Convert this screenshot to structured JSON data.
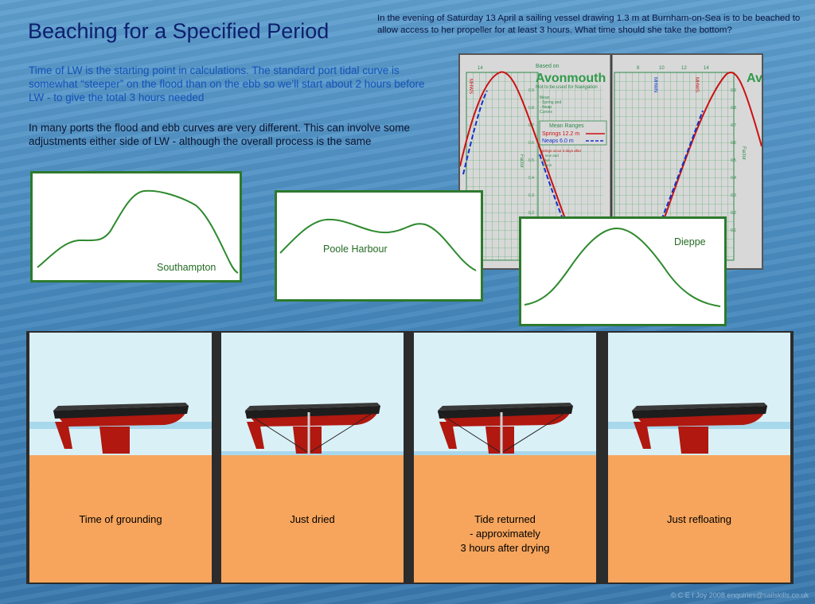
{
  "title": "Beaching for a Specified Period",
  "intro": "In the evening of Saturday 13 April a sailing  vessel drawing 1.3 m at Burnham-on-Sea is to be beached to allow access to her propeller for at least 3 hours.   What time should she take the bottom?",
  "para1": "Time of LW is the starting point in calculations.  The standard port tidal curve is  somewhat “steeper” on the flood than on the ebb so we’ll start about 2 hours before LW - to give the total 3 hours needed",
  "para2": "In many ports the flood and ebb curves are very different.  This can involve some adjustments either side of LW - although the overall process is the same",
  "curves": {
    "southampton": "Southampton",
    "poole": "Poole Harbour",
    "dieppe": "Dieppe"
  },
  "avonmouth": {
    "based_on": "Based on",
    "name": "Avonmouth",
    "note": "Not to be used for Navigation",
    "mean_ranges": "Mean Ranges",
    "springs": "Springs 12.2 m",
    "neaps": "Neaps    6.0 m",
    "legend_mean": "Mean",
    "legend_spring": "- Spring and",
    "legend_neap": "- Neap",
    "legend_curves": "Curves",
    "springs_note": "Springs occur 3 days after",
    "springs_note2": "- new and",
    "springs_note3": "- full",
    "springs_note4": "Moon",
    "mhws": "MHWS",
    "mhwn": "MHWN",
    "factor": "Factor",
    "left_ticks": [
      "14"
    ],
    "right_ticks": [
      "8",
      "10",
      "12",
      "14"
    ],
    "factor_ticks": [
      "0.9",
      "0.8",
      "0.7",
      "0.6",
      "0.5",
      "0.4",
      "0.3",
      "0.2",
      "0.1"
    ],
    "springs_color": "#cc1111",
    "neaps_color": "#1133cc"
  },
  "stages": [
    {
      "caption": [
        "Time of grounding"
      ]
    },
    {
      "caption": [
        "Just dried"
      ]
    },
    {
      "caption": [
        "Tide returned",
        "- approximately",
        "3 hours after drying"
      ]
    },
    {
      "caption": [
        "Just refloating"
      ]
    }
  ],
  "copyright": "© C E I Joy 2008 enquiries@sailskills.co.uk"
}
